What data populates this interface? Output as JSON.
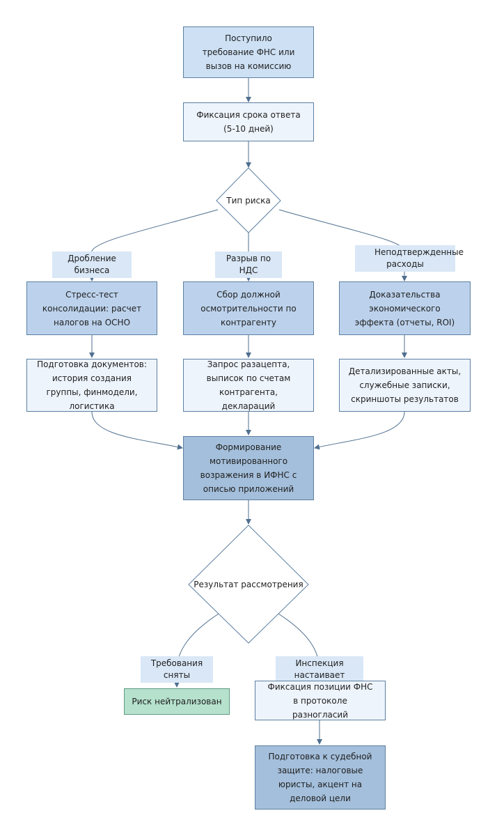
{
  "nodes": {
    "start": "Поступило требование ФНС или вызов на комиссию",
    "deadline": "Фиксация срока ответа (5-10 дней)",
    "risk_type": "Тип риска",
    "stress_test": "Стресс-тест консолидации: расчет налогов на ОСНО",
    "due_diligence": "Сбор должной осмотрительности по контрагенту",
    "economic_effect": "Доказательства экономического эффекта (отчеты, ROI)",
    "docs_group": "Подготовка документов: история создания группы, финмодели, логистика",
    "docs_vat": "Запрос разацепта, выписок по счетам контрагента, деклараций",
    "docs_expenses": "Детализированные акты, служебные записки, скриншоты результатов",
    "objection": "Формирование мотивированного возражения в ИФНС с описью приложений",
    "review_result": "Результат рассмотрения",
    "neutralized": "Риск нейтрализован",
    "disagreements": "Фиксация позиции ФНС в протоколе разногласий",
    "court_prep": "Подготовка к судебной защите: налоговые юристы, акцент на деловой цели"
  },
  "edge_labels": {
    "business_split": "Дробление бизнеса",
    "vat_gap": "Разрыв по НДС",
    "unconfirmed_expenses": "Неподтвержденные расходы",
    "requirements_removed": "Требования сняты",
    "inspection_insists": "Инспекция настаивает"
  },
  "colors": {
    "line": "#4f6f8f",
    "node_border": "#5c7fa0",
    "light_fill": "#eef4fc",
    "medium_fill": "#bcd2ec",
    "strong_fill": "#a4bfdb",
    "success_fill": "#b5e1cd",
    "label_fill": "#d9e7f6"
  }
}
